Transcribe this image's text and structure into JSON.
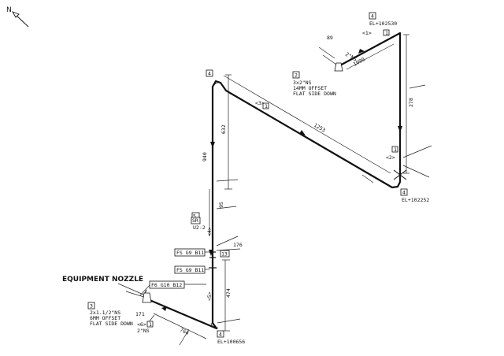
{
  "north": "N",
  "equipment_label": "EQUIPMENT NOZZLE",
  "elevations": {
    "top": "EL+102530",
    "right": "EL+102252",
    "bottom": "EL+100656"
  },
  "component_notes": {
    "reducer_top": [
      "3x2\"NS",
      "14MM OFFSET",
      "FLAT SIDE DOWN"
    ],
    "reducer_bottom": [
      "2x1.1/2\"NS",
      "6MM OFFSET",
      "FLAT SIDE DOWN"
    ],
    "size_bottom": "2\"NS",
    "size_top": "2\"NS"
  },
  "support_tags": {
    "fs1": "FS G9 B11",
    "fs2": "FS G9 B11",
    "fs3": "F6 G10 B12",
    "sr_top": "SR",
    "sr_bot": "U2-2"
  },
  "dimensions": {
    "d89": "89",
    "d1090": "1090",
    "d278": "278",
    "d1253": "1253",
    "d632": "632",
    "d940": "940",
    "d95": "95",
    "d176": "176",
    "d474": "474",
    "d171": "171",
    "d764": "764"
  },
  "segment_tags": {
    "s1": "<1>",
    "s2": "<2>",
    "s3": "<3>",
    "s4": "<4>",
    "s5": "<5>",
    "s6": "<6>"
  },
  "box_numbers": {
    "b1": "4",
    "b2": "4",
    "b3": "4",
    "b4": "4",
    "b5": "2",
    "b6": "3",
    "b7": "5",
    "b8": "13",
    "b9": "1",
    "b10": "1",
    "b11": "1",
    "b12": "1"
  }
}
